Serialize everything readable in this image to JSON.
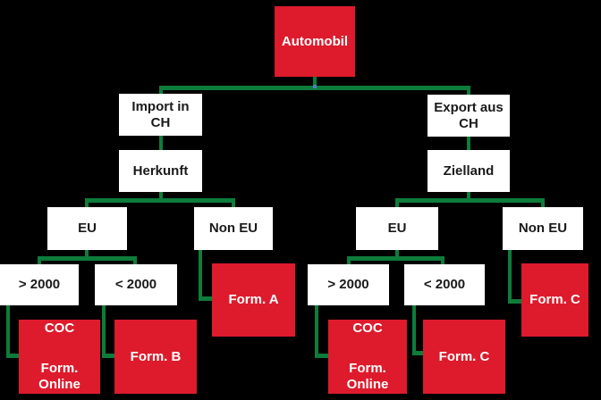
{
  "colors": {
    "background": "#000000",
    "box_red": "#DD1B2C",
    "box_white": "#FFFFFF",
    "connector_green": "#0E7C3B",
    "text_dark": "#1A1A1A",
    "text_light": "#FFFFFF",
    "anchor_blue": "#4A7EBF"
  },
  "nodes": {
    "automobil": "Automobil",
    "import_in_ch": "Import in\nCH",
    "herkunft": "Herkunft",
    "eu_left": "EU",
    "non_eu_left": "Non EU",
    "gt2000_left": "> 2000",
    "lt2000_left": "< 2000",
    "form_a": "Form. A",
    "coc_left_title": "COC",
    "coc_left_body": "Form.\nOnline",
    "form_b": "Form. B",
    "export_aus_ch": "Export aus\nCH",
    "zielland": "Zielland",
    "eu_right": "EU",
    "non_eu_right": "Non EU",
    "gt2000_right": "> 2000",
    "lt2000_right": "< 2000",
    "coc_right_title": "COC",
    "coc_right_body": "Form.\nOnline",
    "form_c_right": "Form. C",
    "form_c_bottom": "Form. C"
  }
}
